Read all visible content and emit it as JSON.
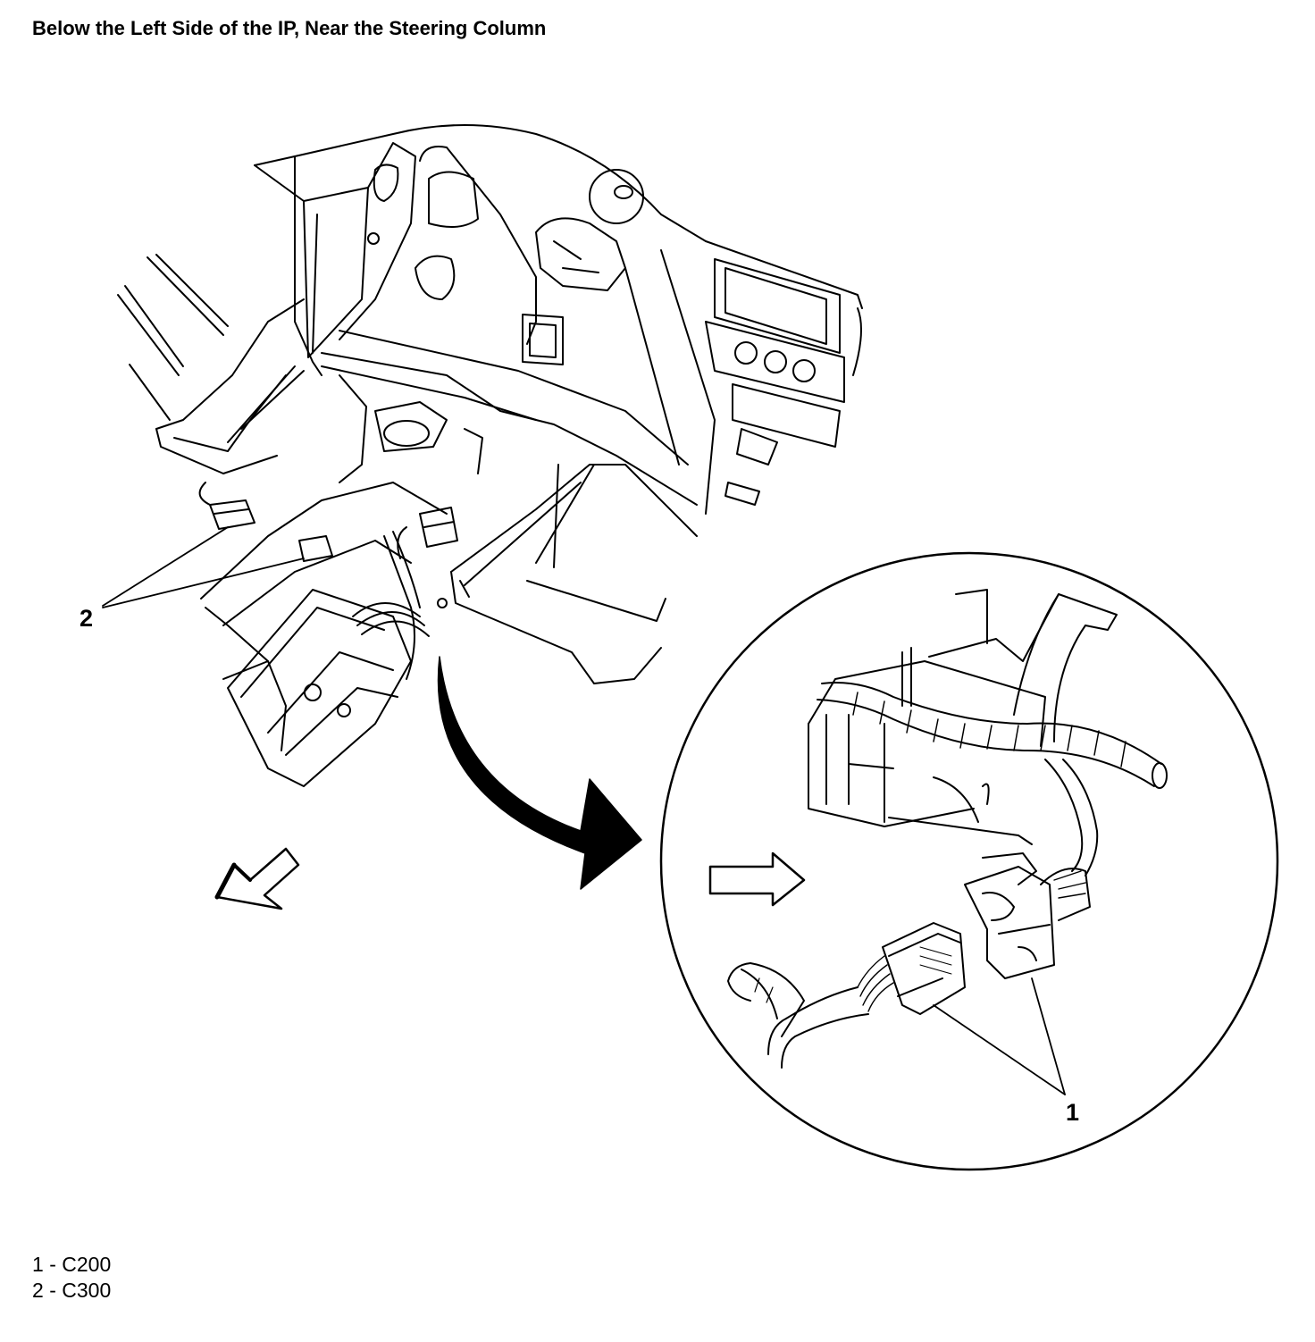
{
  "title": "Below the Left Side of the IP, Near the Steering Column",
  "callouts": {
    "one": "1",
    "two": "2"
  },
  "legend": [
    {
      "num": "1",
      "sep": "-",
      "label": "C200"
    },
    {
      "num": "2",
      "sep": "-",
      "label": "C300"
    }
  ],
  "icons": {
    "forward_arrow": "forward-direction-arrow",
    "view_arrow": "view-direction-arrow",
    "detail_arrow": "curved-detail-arrow"
  },
  "colors": {
    "line": "#000000",
    "background": "#ffffff"
  }
}
